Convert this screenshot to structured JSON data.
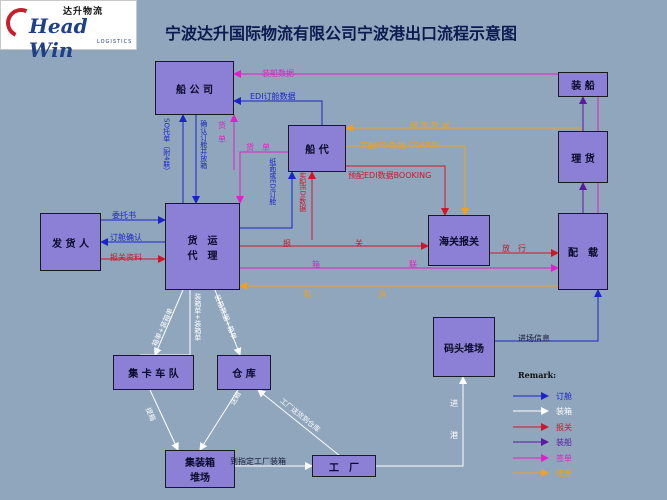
{
  "logo": {
    "cn": "达升物流",
    "en": "Head Win",
    "sub": "LOGISTICS"
  },
  "title": "宁波达升国际物流有限公司宁波港出口流程示意图",
  "nodes": {
    "carrier": "船 公 司",
    "shipper": "发 货 人",
    "forwarder_l1": "货　运",
    "forwarder_l2": "代　理",
    "agent": "船 代",
    "customs": "海关报关",
    "stowage": "配　载",
    "tally": "理 货",
    "loading": "装 船",
    "terminal": "码头堆场",
    "trucking": "集 卡 车 队",
    "warehouse": "仓 库",
    "depot_l1": "集装箱",
    "depot_l2": "堆场",
    "factory": "工　厂"
  },
  "labels": {
    "ship_data": "装船数据",
    "edi_booking": "EDI订舱数据",
    "so_booking": "SO托单（附4联）",
    "confirm_release": "确认订舱并放箱",
    "cargo1": "货",
    "cargo2": "单",
    "cargo_sheet": "货　单",
    "paper_edi_booking": "纸面或EDI订舱",
    "actual_edi": "实配EDI数据",
    "tally_data": "理 货 数 据",
    "actual_edi_code": "实配EDI数据 COARRI",
    "prelim_edi": "预配EDI数据BOOKING",
    "consign": "委托书",
    "booking_confirm": "订舱确认",
    "customs_docs": "报关资料",
    "declare1": "报",
    "declare2": "关",
    "release": "放　行",
    "fill1": "箱",
    "fill2": "联",
    "retrieve1": "取",
    "retrieve2": "消",
    "packing_list_l": "箱单+装箱单",
    "packing_list_m": "装箱单+装箱单",
    "packing_data": "装箱数据+箱单",
    "empty_box_l": "提箱",
    "empty_box_r": "送箱",
    "arrival_info": "进场信息",
    "to_factory": "到指定工厂装箱",
    "factory_deliver": "工厂送货到仓库",
    "enter1": "进",
    "enter2": "港"
  },
  "legend": {
    "title": "Remark:",
    "items": [
      {
        "label": "订舱",
        "color": "#1c23c8"
      },
      {
        "label": "装箱",
        "color": "#ffffff"
      },
      {
        "label": "报关",
        "color": "#d0152a"
      },
      {
        "label": "装船",
        "color": "#5a1aa0"
      },
      {
        "label": "签单",
        "color": "#e020c8"
      },
      {
        "label": "结算",
        "color": "#f0a020"
      }
    ]
  }
}
